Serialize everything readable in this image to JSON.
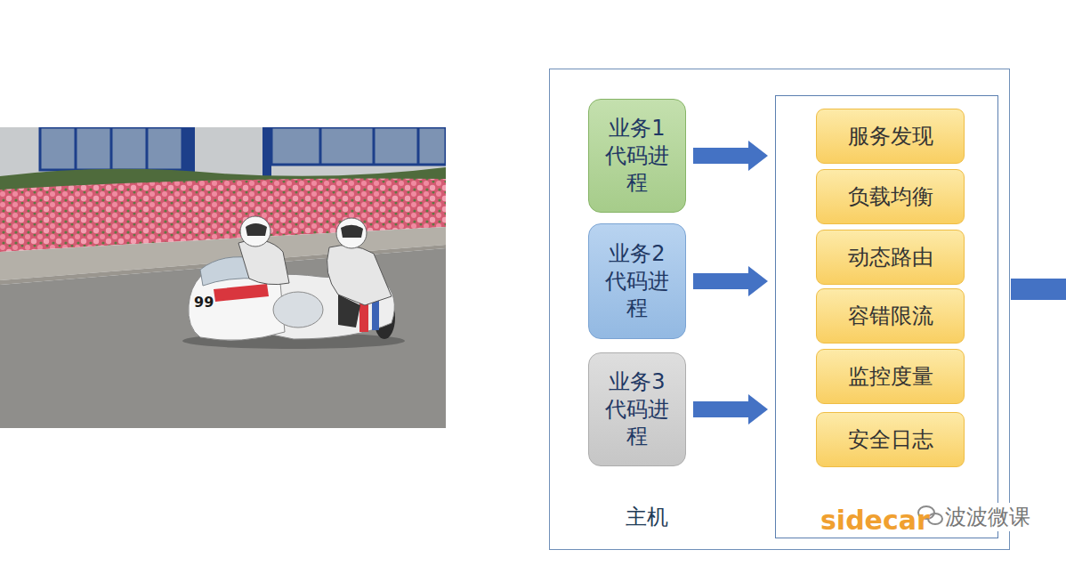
{
  "diagram": {
    "nodes": [
      {
        "text": [
          "主机"
        ]
      },
      {
        "text": [
          "业务1代码进程"
        ],
        "in": 0
      },
      {
        "text": [
          "业务2代码进程"
        ],
        "in": 0
      },
      {
        "text": [
          "业务3代码进程"
        ],
        "in": 0
      },
      {
        "text": [
          "sidecar"
        ],
        "in": 0
      },
      {
        "text": [
          "服务发现"
        ],
        "in": 4
      },
      {
        "text": [
          "负载均衡"
        ],
        "in": 4
      },
      {
        "text": [
          "动态路由"
        ],
        "in": 4
      },
      {
        "text": [
          "容错限流"
        ],
        "in": 4
      },
      {
        "text": [
          "监控度量"
        ],
        "in": 4
      },
      {
        "text": [
          "安全日志"
        ],
        "in": 4
      }
    ],
    "edges": [
      {
        "from": 1,
        "to": 4,
        "arrow": "to"
      },
      {
        "from": 2,
        "to": 4,
        "arrow": "to"
      },
      {
        "from": 3,
        "to": 4,
        "arrow": "to"
      }
    ],
    "labels": [
      "99",
      "波波微课"
    ]
  }
}
